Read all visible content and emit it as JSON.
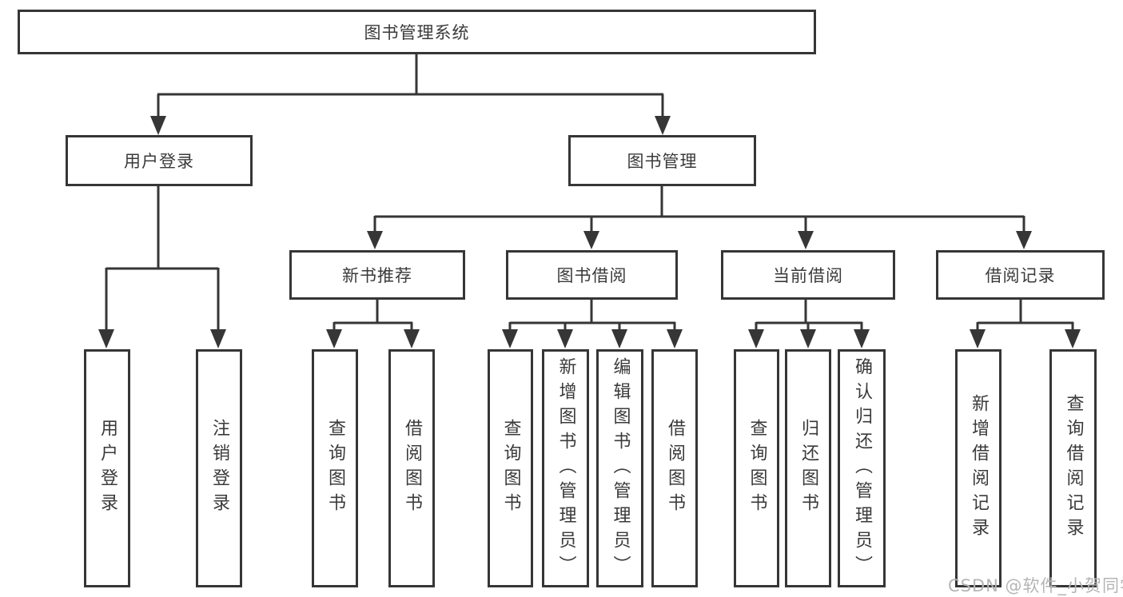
{
  "diagram": {
    "root": {
      "label": "图书管理系统"
    },
    "level1": [
      {
        "label": "用户登录"
      },
      {
        "label": "图书管理"
      }
    ],
    "level2": [
      {
        "label": "新书推荐"
      },
      {
        "label": "图书借阅"
      },
      {
        "label": "当前借阅"
      },
      {
        "label": "借阅记录"
      }
    ],
    "leaves": [
      {
        "label": "用户登录"
      },
      {
        "label": "注销登录"
      },
      {
        "label": "查询图书"
      },
      {
        "label": "借阅图书"
      },
      {
        "label": "查询图书"
      },
      {
        "label": "新增图书（管理员）"
      },
      {
        "label": "编辑图书（管理员）"
      },
      {
        "label": "借阅图书"
      },
      {
        "label": "查询图书"
      },
      {
        "label": "归还图书"
      },
      {
        "label": "确认归还（管理员）"
      },
      {
        "label": "新增借阅记录"
      },
      {
        "label": "查询借阅记录"
      }
    ],
    "watermark": "CSDN @软件_小贺同学",
    "colors": {
      "line": "#363636",
      "text": "#3a3a3a",
      "watermark": "#b5b5b5",
      "background": "#ffffff"
    }
  }
}
